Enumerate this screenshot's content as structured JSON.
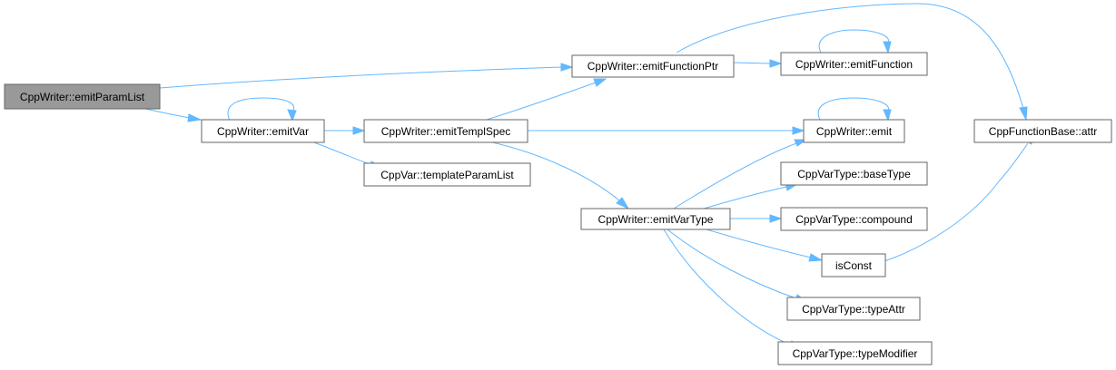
{
  "colors": {
    "edge": "#63b8ff",
    "root_fill": "#999999",
    "node_stroke": "#666666"
  },
  "nodes": {
    "emitParamList": "CppWriter::emitParamList",
    "emitVar": "CppWriter::emitVar",
    "emitFunctionPtr": "CppWriter::emitFunctionPtr",
    "emitFunction": "CppWriter::emitFunction",
    "emitTemplSpec": "CppWriter::emitTemplSpec",
    "templateParamList": "CppVar::templateParamList",
    "emit": "CppWriter::emit",
    "attr": "CppFunctionBase::attr",
    "emitVarType": "CppWriter::emitVarType",
    "baseType": "CppVarType::baseType",
    "compound": "CppVarType::compound",
    "isConst": "isConst",
    "typeAttr": "CppVarType::typeAttr",
    "typeModifier": "CppVarType::typeModifier"
  }
}
